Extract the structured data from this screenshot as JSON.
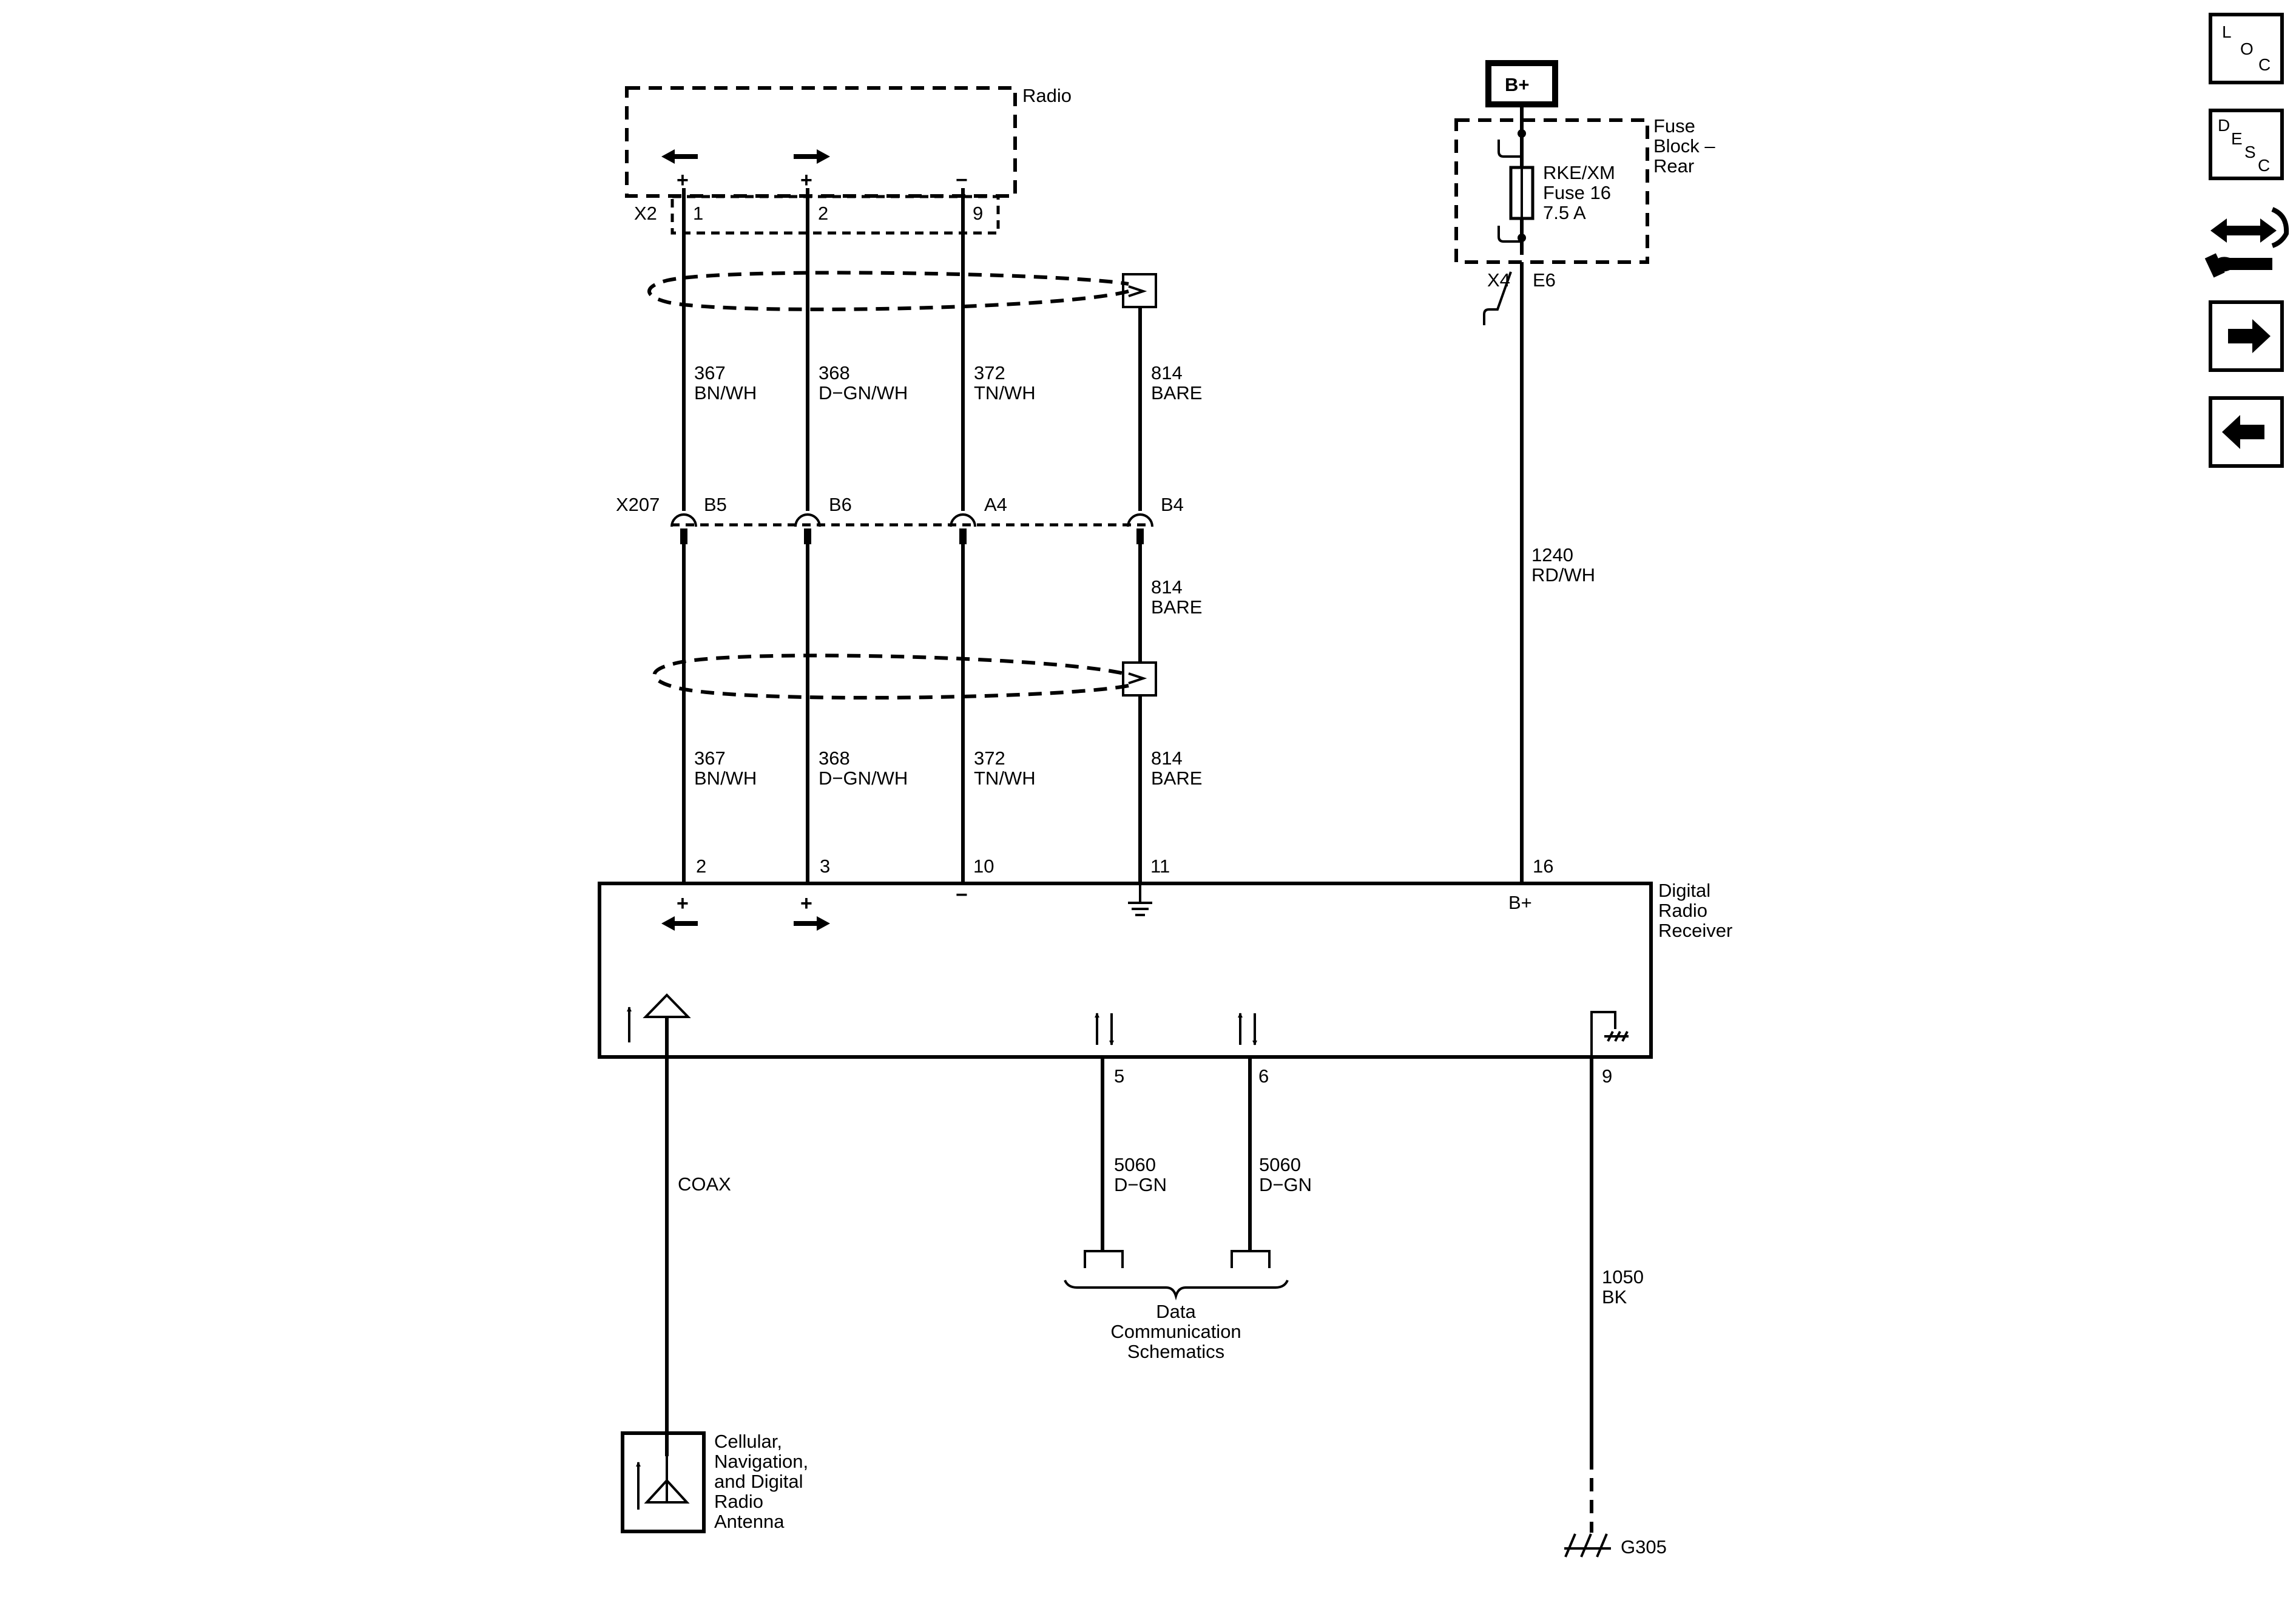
{
  "radio": {
    "title": "Radio",
    "connector": "X2",
    "pins": [
      {
        "num": "1",
        "sign": "+"
      },
      {
        "num": "2",
        "sign": "+"
      },
      {
        "num": "9",
        "sign": "−"
      }
    ]
  },
  "power": {
    "source": "B+"
  },
  "fuse_block": {
    "title_line1": "Fuse",
    "title_line2": "Block –",
    "title_line3": "Rear",
    "fuse_line1": "RKE/XM",
    "fuse_line2": "Fuse 16",
    "fuse_line3": "7.5 A",
    "connector": "X4",
    "pin": "E6"
  },
  "upper_wires": [
    {
      "circuit": "367",
      "color": "BN/WH"
    },
    {
      "circuit": "368",
      "color": "D−GN/WH"
    },
    {
      "circuit": "372",
      "color": "TN/WH"
    },
    {
      "circuit": "814",
      "color": "BARE"
    }
  ],
  "inline_connector": {
    "name": "X207",
    "pins": [
      "B5",
      "B6",
      "A4",
      "B4"
    ]
  },
  "drain_mid": {
    "circuit": "814",
    "color": "BARE"
  },
  "lower_wires": [
    {
      "circuit": "367",
      "color": "BN/WH"
    },
    {
      "circuit": "368",
      "color": "D−GN/WH"
    },
    {
      "circuit": "372",
      "color": "TN/WH"
    },
    {
      "circuit": "814",
      "color": "BARE"
    }
  ],
  "power_wire": {
    "circuit": "1240",
    "color": "RD/WH"
  },
  "receiver": {
    "title_line1": "Digital",
    "title_line2": "Radio",
    "title_line3": "Receiver",
    "pins_top": [
      "2",
      "3",
      "10",
      "11",
      "16"
    ],
    "plus1": "+",
    "plus2": "+",
    "minus": "−",
    "bplus": "B+",
    "pins_bottom": [
      "5",
      "6",
      "9"
    ]
  },
  "data_wires": [
    {
      "circuit": "5060",
      "color": "D−GN"
    },
    {
      "circuit": "5060",
      "color": "D−GN"
    }
  ],
  "data_comm": {
    "line1": "Data",
    "line2": "Communication",
    "line3": "Schematics"
  },
  "coax": "COAX",
  "antenna": {
    "line1": "Cellular,",
    "line2": "Navigation,",
    "line3": "and Digital",
    "line4": "Radio",
    "line5": "Antenna"
  },
  "ground_wire": {
    "circuit": "1050",
    "color": "BK"
  },
  "ground": "G305",
  "nav_icons": {
    "loc": [
      "L",
      "O",
      "C"
    ],
    "desc": [
      "D",
      "E",
      "S",
      "C"
    ],
    "icons": [
      "loc-icon",
      "desc-icon",
      "connector-tool-icon",
      "next-arrow-icon",
      "previous-arrow-icon"
    ]
  }
}
